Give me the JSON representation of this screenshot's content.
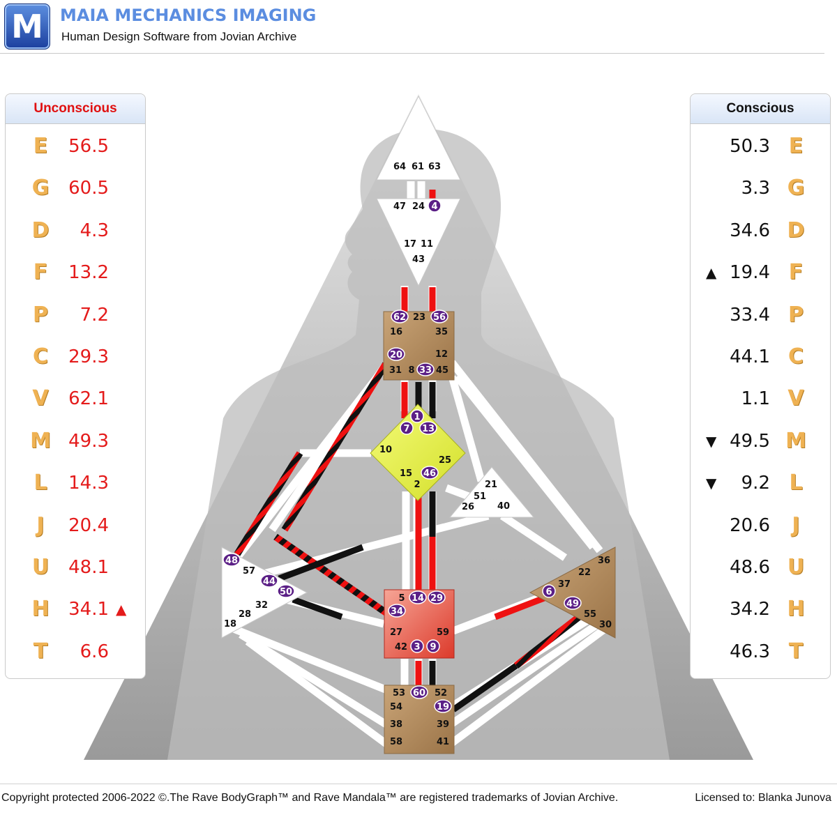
{
  "app": {
    "logo_letter": "M",
    "title": "MAIA MECHANICS IMAGING",
    "subtitle": "Human Design Software from Jovian Archive"
  },
  "unconscious": {
    "title": "Unconscious",
    "rows": [
      {
        "letter": "E",
        "value": "56.5",
        "arrow": ""
      },
      {
        "letter": "G",
        "value": "60.5",
        "arrow": ""
      },
      {
        "letter": "D",
        "value": "4.3",
        "arrow": ""
      },
      {
        "letter": "F",
        "value": "13.2",
        "arrow": ""
      },
      {
        "letter": "P",
        "value": "7.2",
        "arrow": ""
      },
      {
        "letter": "C",
        "value": "29.3",
        "arrow": ""
      },
      {
        "letter": "V",
        "value": "62.1",
        "arrow": ""
      },
      {
        "letter": "M",
        "value": "49.3",
        "arrow": ""
      },
      {
        "letter": "L",
        "value": "14.3",
        "arrow": ""
      },
      {
        "letter": "J",
        "value": "20.4",
        "arrow": ""
      },
      {
        "letter": "U",
        "value": "48.1",
        "arrow": ""
      },
      {
        "letter": "H",
        "value": "34.1",
        "arrow": "▲"
      },
      {
        "letter": "T",
        "value": "6.6",
        "arrow": ""
      }
    ]
  },
  "conscious": {
    "title": "Conscious",
    "rows": [
      {
        "letter": "E",
        "value": "50.3",
        "arrow": ""
      },
      {
        "letter": "G",
        "value": "3.3",
        "arrow": ""
      },
      {
        "letter": "D",
        "value": "34.6",
        "arrow": ""
      },
      {
        "letter": "F",
        "value": "19.4",
        "arrow": "▲"
      },
      {
        "letter": "P",
        "value": "33.4",
        "arrow": ""
      },
      {
        "letter": "C",
        "value": "44.1",
        "arrow": ""
      },
      {
        "letter": "V",
        "value": "1.1",
        "arrow": ""
      },
      {
        "letter": "M",
        "value": "49.5",
        "arrow": "▼"
      },
      {
        "letter": "L",
        "value": "9.2",
        "arrow": "▼"
      },
      {
        "letter": "J",
        "value": "20.6",
        "arrow": ""
      },
      {
        "letter": "U",
        "value": "48.6",
        "arrow": ""
      },
      {
        "letter": "H",
        "value": "34.2",
        "arrow": ""
      },
      {
        "letter": "T",
        "value": "46.3",
        "arrow": ""
      }
    ]
  },
  "bodygraph": {
    "colors": {
      "design_red": "#ee1111",
      "personality_black": "#111111",
      "gate_badge": "#5b1f86",
      "head_ajna_center": "#ffffff",
      "throat_heart_root_center": "#b08a5e",
      "g_center": "#e5f14a",
      "sacral_center": "#e8503f"
    },
    "centers": [
      {
        "name": "head",
        "defined": false,
        "gates": [
          "64",
          "61",
          "63"
        ]
      },
      {
        "name": "ajna",
        "defined": false,
        "gates": [
          "47",
          "24",
          "4",
          "17",
          "11",
          "43"
        ]
      },
      {
        "name": "throat",
        "defined": true,
        "gates": [
          "62",
          "23",
          "56",
          "16",
          "35",
          "20",
          "12",
          "31",
          "8",
          "33",
          "45"
        ]
      },
      {
        "name": "g",
        "defined": true,
        "gates": [
          "1",
          "7",
          "13",
          "10",
          "25",
          "15",
          "46",
          "2"
        ]
      },
      {
        "name": "heart",
        "defined": false,
        "gates": [
          "21",
          "51",
          "26",
          "40"
        ]
      },
      {
        "name": "spleen",
        "defined": false,
        "gates": [
          "48",
          "57",
          "44",
          "50",
          "32",
          "28",
          "18"
        ]
      },
      {
        "name": "sacral",
        "defined": true,
        "gates": [
          "5",
          "14",
          "29",
          "34",
          "27",
          "59",
          "42",
          "3",
          "9"
        ]
      },
      {
        "name": "solar-plexus",
        "defined": true,
        "gates": [
          "36",
          "22",
          "37",
          "6",
          "49",
          "55",
          "30"
        ]
      },
      {
        "name": "root",
        "defined": true,
        "gates": [
          "53",
          "60",
          "52",
          "54",
          "19",
          "38",
          "39",
          "58",
          "41"
        ]
      }
    ],
    "active_gates": [
      "4",
      "62",
      "56",
      "20",
      "33",
      "1",
      "7",
      "13",
      "46",
      "48",
      "44",
      "50",
      "14",
      "29",
      "34",
      "3",
      "9",
      "6",
      "49",
      "60",
      "19"
    ]
  },
  "footer": {
    "copyright": "Copyright protected 2006-2022 ©.The Rave BodyGraph™ and Rave Mandala™ are registered trademarks of Jovian Archive.",
    "license": "Licensed to: Blanka Junova"
  }
}
